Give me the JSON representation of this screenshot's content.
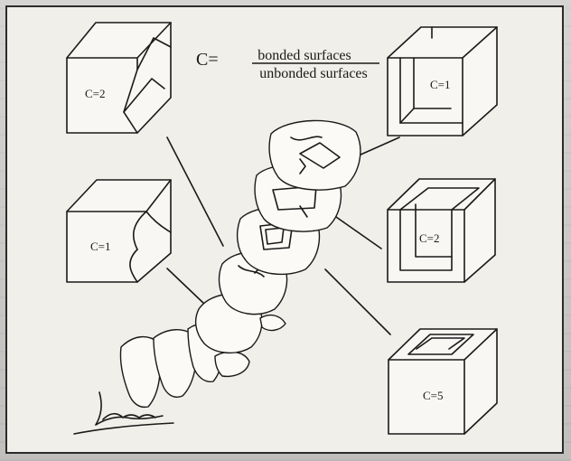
{
  "formula": {
    "prefix": "C=",
    "numerator": "bonded surfaces",
    "denominator": "unbonded surfaces"
  },
  "cavities": [
    {
      "label": "C=2"
    },
    {
      "label": "C=1"
    },
    {
      "label": "C=1"
    },
    {
      "label": "C=2"
    },
    {
      "label": "C=5"
    }
  ]
}
